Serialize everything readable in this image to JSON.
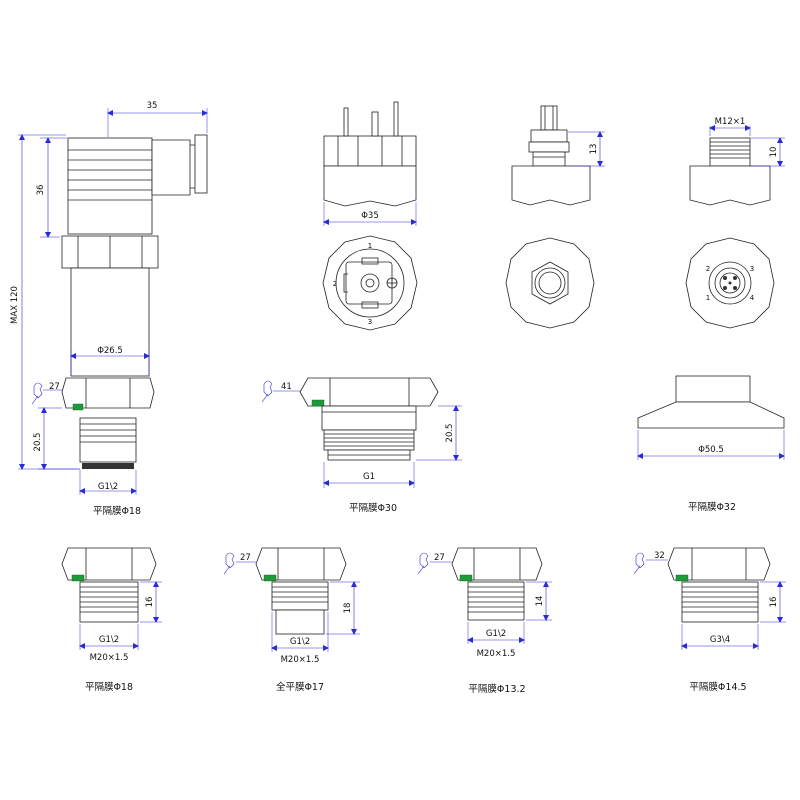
{
  "main_sensor": {
    "dim_width": "35",
    "dim_height_connector": "36",
    "dim_total": "MAX 120",
    "dim_body_dia": "Φ26.5",
    "dim_wrench": "27",
    "dim_thread_len": "20.5",
    "dim_thread": "G1\\2",
    "caption": "平隔膜Φ18"
  },
  "din_connector": {
    "dim_dia": "Φ35",
    "pins": [
      "1",
      "2",
      "3"
    ]
  },
  "cable_gland": {
    "dim_height": "13"
  },
  "m12_connector": {
    "dim_thread": "M12×1",
    "dim_height": "10",
    "pins": [
      "1",
      "2",
      "3",
      "4"
    ]
  },
  "flush_30": {
    "dim_wrench": "41",
    "dim_thread_len": "20.5",
    "dim_thread": "G1",
    "caption": "平隔膜Φ30"
  },
  "flange_32": {
    "dim_dia": "Φ50.5",
    "caption": "平隔膜Φ32"
  },
  "bottom_variants": [
    {
      "wrench": "",
      "len": "16",
      "thread": "G1\\2",
      "metric": "M20×1.5",
      "caption": "平隔膜Φ18"
    },
    {
      "wrench": "27",
      "len": "18",
      "thread": "G1\\2",
      "metric": "M20×1.5",
      "caption": "全平膜Φ17"
    },
    {
      "wrench": "27",
      "len": "14",
      "thread": "G1\\2",
      "metric": "M20×1.5",
      "caption": "平隔膜Φ13.2"
    },
    {
      "wrench": "32",
      "len": "16",
      "thread": "G3\\4",
      "metric": "",
      "caption": "平隔膜Φ14.5"
    }
  ],
  "colors": {
    "dimension": "#2b2bd6",
    "outline": "#222222",
    "seal": "#1f9a3a"
  }
}
